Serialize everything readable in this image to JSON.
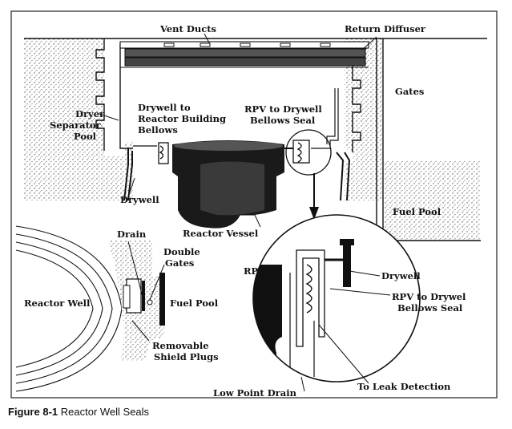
{
  "labels": {
    "vent_ducts": "Vent Ducts",
    "return_diffuser": "Return Diffuser",
    "gates": "Gates",
    "dryer_separator_pool": [
      "Dryer",
      "Separator",
      "Pool"
    ],
    "drywell_to_reactor_bellows": [
      "Drywell to",
      "Reactor Building",
      "Bellows"
    ],
    "rpv_to_drywell_bellows_seal": [
      "RPV to Drywell",
      "Bellows Seal"
    ],
    "drywell": "Drywell",
    "reactor_vessel": "Reactor Vessel",
    "fuel_pool_upper": "Fuel Pool",
    "drain": "Drain",
    "double_gates": [
      "Double",
      "Gates"
    ],
    "reactor_well": "Reactor Well",
    "fuel_pool_lower": "Fuel Pool",
    "removable_shield_plugs": [
      "Removable",
      "Shield Plugs"
    ],
    "rpv": "RPV",
    "drywell_detail": "Drywell",
    "rpv_to_drywell_bellows_seal_detail": [
      "RPV to Drywel",
      "Bellows Seal"
    ],
    "low_point_drain": "Low Point Drain",
    "to_leak_detection": "To Leak Detection"
  },
  "caption": {
    "number": "Figure 8-1",
    "title": "Reactor Well Seals"
  }
}
